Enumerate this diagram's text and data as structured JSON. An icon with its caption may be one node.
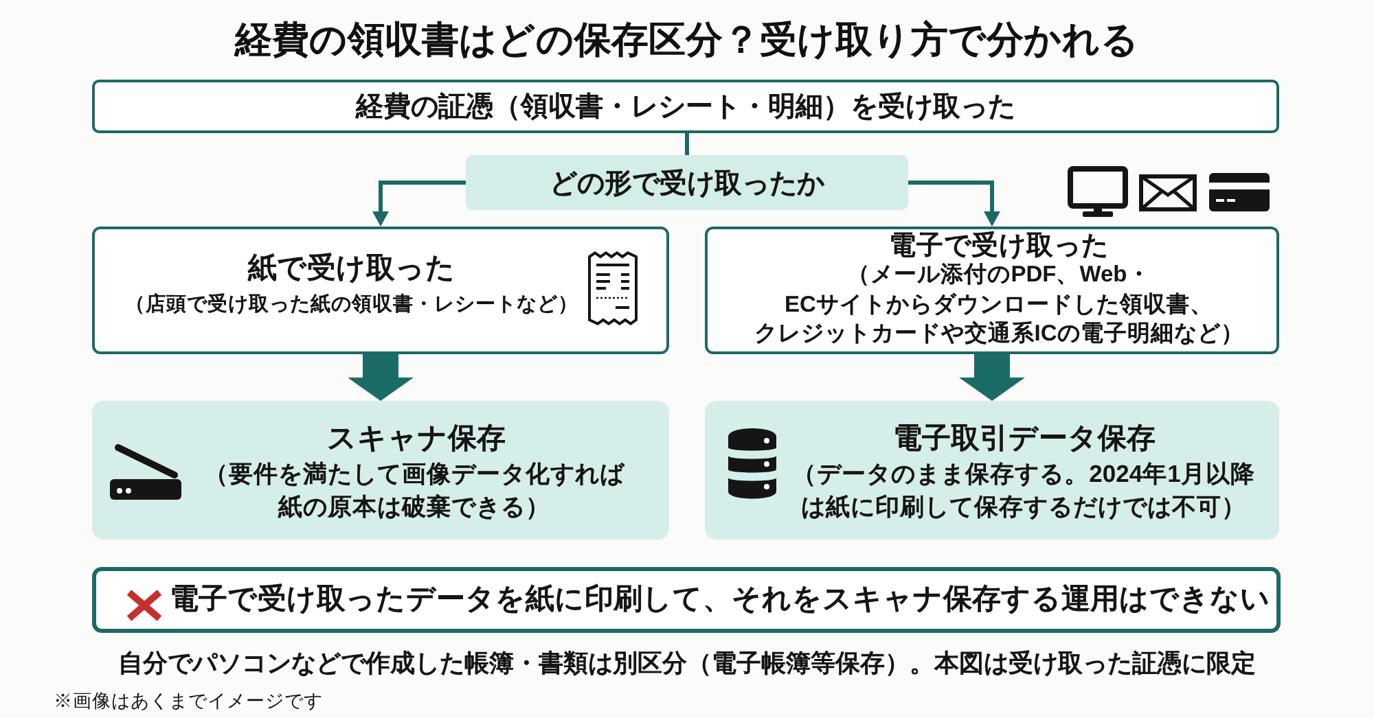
{
  "diagram": {
    "title": "経費の領収書はどの保存区分？受け取り方で分かれる",
    "nodes": [
      {
        "text": [
          "経費の証憑（領収書・レシート・明細）を受け取った"
        ]
      },
      {
        "text": [
          "どの形で受け取ったか"
        ]
      },
      {
        "text": [
          "紙で受け取った",
          "（店頭で受け取った紙の領収書・レシートなど）"
        ]
      },
      {
        "text": [
          "電子で受け取った",
          "（メール添付のPDF、Web・ECサイトからダウンロードした領収書、クレジットカードや交通系ICの電子明細など）"
        ]
      },
      {
        "text": [
          "スキャナ保存",
          "（要件を満たして画像データ化すれば紙の原本は破棄できる）"
        ]
      },
      {
        "text": [
          "電子取引データ保存",
          "（データのまま保存する。2024年1月以降は紙に印刷して保存するだけでは不可）"
        ]
      },
      {
        "text": [
          "電子で受け取ったデータを紙に印刷して、それをスキャナ保存する運用はできない"
        ]
      }
    ],
    "edges": [
      {
        "from": 0,
        "to": 1,
        "arrow": "none"
      },
      {
        "from": 1,
        "to": 2,
        "arrow": "to"
      },
      {
        "from": 1,
        "to": 3,
        "arrow": "to"
      },
      {
        "from": 2,
        "to": 4,
        "arrow": "to",
        "style": "thick"
      },
      {
        "from": 3,
        "to": 5,
        "arrow": "to",
        "style": "thick"
      }
    ],
    "labels": [
      "自分でパソコンなどで作成した帳簿・書類は別区分（電子帳簿等保存）。本図は受け取った証憑に限定",
      "※画像はあくまでイメージです"
    ]
  }
}
